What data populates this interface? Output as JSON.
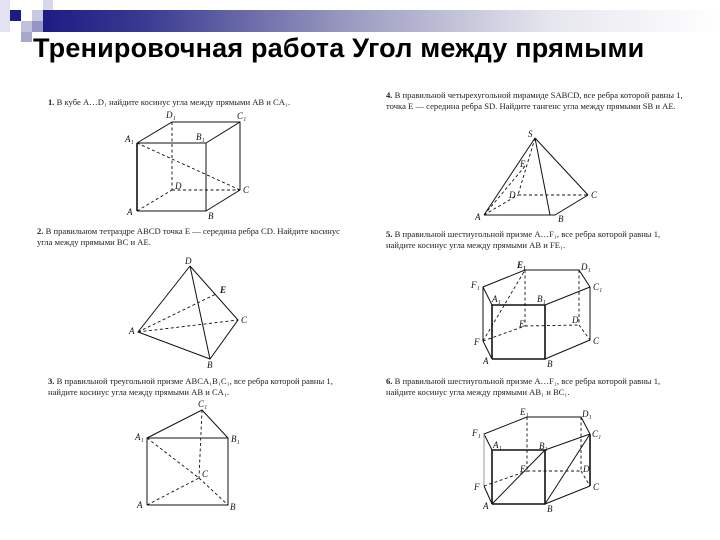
{
  "slide": {
    "title": "Тренировочная работа Угол между прямыми",
    "colors": {
      "accent_dark": "#1c1c84",
      "accent_light": "#c8c8e0",
      "accent_mid": "#8888b8"
    }
  },
  "problems": [
    {
      "number": "1.",
      "text": "В кубе A…D₁ найдите косинус угла между прямыми AB и CA₁.",
      "figure": "cube",
      "labels": {
        "A": "A",
        "B": "B",
        "C": "C",
        "D": "D",
        "A1": "A₁",
        "B1": "B₁",
        "C1": "C₁",
        "D1": "D₁"
      }
    },
    {
      "number": "2.",
      "text": "В правильном тетраэдре ABCD точка E — середина ребра CD. Найдите косинус угла между прямыми BC и AE.",
      "figure": "tetrahedron",
      "labels": {
        "A": "A",
        "B": "B",
        "C": "C",
        "D": "D",
        "E": "E"
      }
    },
    {
      "number": "3.",
      "text": "В правильной треугольной призме ABCA₁B₁C₁, все ребра которой равны 1, найдите косинус угла между прямыми AB и CA₁.",
      "figure": "triangular-prism",
      "labels": {
        "A": "A",
        "B": "B",
        "C": "C",
        "A1": "A₁",
        "B1": "B₁",
        "C1": "C₁"
      }
    },
    {
      "number": "4.",
      "text": "В правильной четырехугольной пирамиде SABCD, все ребра которой равны 1, точка E — середина ребра SD. Найдите тангенс угла между прямыми SB и AE.",
      "figure": "square-pyramid",
      "labels": {
        "S": "S",
        "A": "A",
        "B": "B",
        "C": "C",
        "D": "D",
        "E": "E"
      }
    },
    {
      "number": "5.",
      "text": "В правильной шестиугольной призме A…F₁, все ребра которой равны 1, найдите косинус угла между прямыми AB и FE₁.",
      "figure": "hexagonal-prism-1",
      "labels": {
        "A": "A",
        "B": "B",
        "C": "C",
        "D": "D",
        "E": "E",
        "F": "F",
        "A1": "A₁",
        "B1": "B₁",
        "C1": "C₁",
        "D1": "D₁",
        "E1": "E₁",
        "F1": "F₁"
      }
    },
    {
      "number": "6.",
      "text": "В правильной шестиугольной призме A…F₁, все ребра которой равны 1, найдите косинус угла между прямыми AB₁ и BC₁.",
      "figure": "hexagonal-prism-2",
      "labels": {
        "A": "A",
        "B": "B",
        "C": "C",
        "D": "D",
        "E": "E",
        "F": "F",
        "A1": "A₁",
        "B1": "B₁",
        "C1": "C₁",
        "D1": "D₁",
        "E1": "E₁",
        "F1": "F₁"
      }
    }
  ]
}
